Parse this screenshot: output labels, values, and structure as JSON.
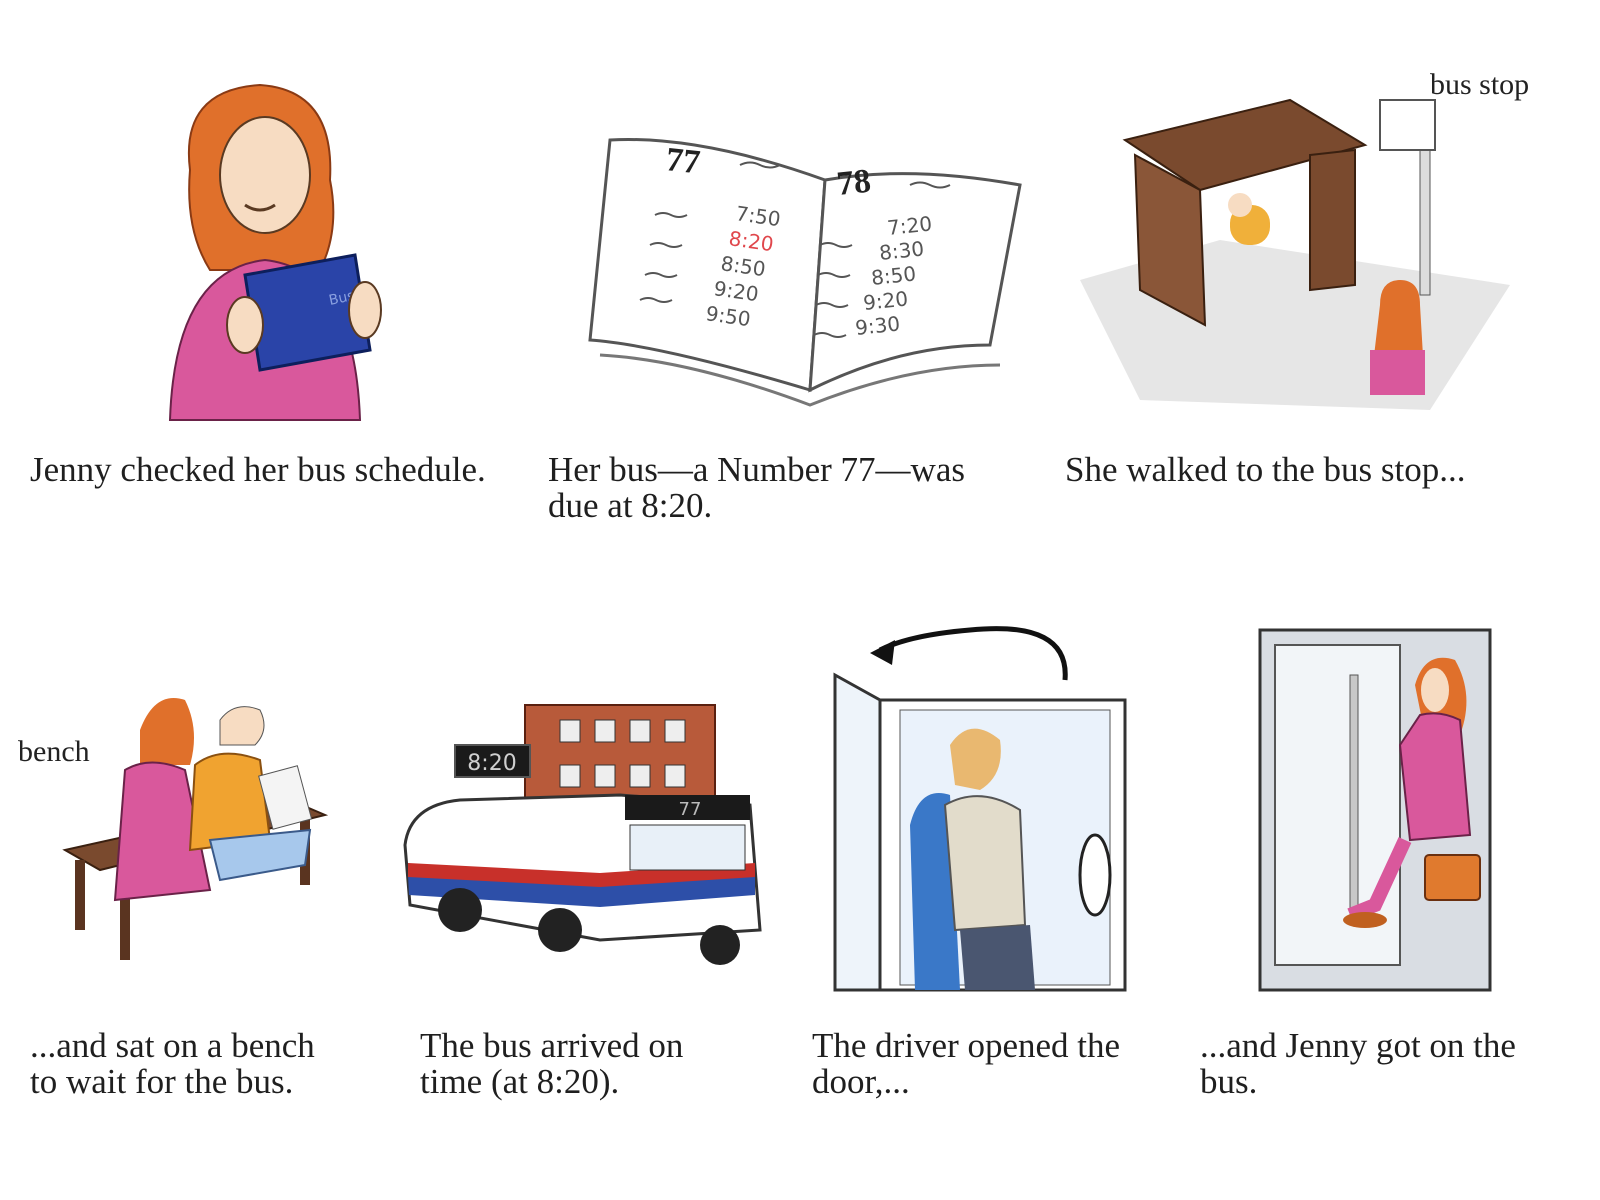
{
  "panels": [
    {
      "caption": "Jenny checked her bus schedule.",
      "book_label": "Bus"
    },
    {
      "caption": "Her bus—a Number 77—was\ndue at 8:20.",
      "schedule": {
        "left_route": "77",
        "right_route": "78",
        "left_times": [
          "7:50",
          "8:20",
          "8:50",
          "9:20",
          "9:50"
        ],
        "right_times": [
          "7:20",
          "8:30",
          "8:50",
          "9:20",
          "9:30"
        ],
        "highlight_color": "#e0474c"
      }
    },
    {
      "caption": "She walked to the bus stop...",
      "label": "bus stop"
    },
    {
      "caption": "...and sat on a bench\nto wait for the bus.",
      "label": "bench"
    },
    {
      "caption": "The bus arrived on\ntime (at 8:20).",
      "sign_time": "8:20",
      "bus_number": "77"
    },
    {
      "caption": "The driver opened the\ndoor,..."
    },
    {
      "caption": "...and Jenny got on the\nbus."
    }
  ],
  "colors": {
    "hair": "#e0702b",
    "dress": "#d9589c",
    "book": "#2a44a8",
    "shelter": "#7a4a2e",
    "bus_stripe_red": "#c8302a",
    "bus_stripe_blue": "#2d4fa8"
  }
}
